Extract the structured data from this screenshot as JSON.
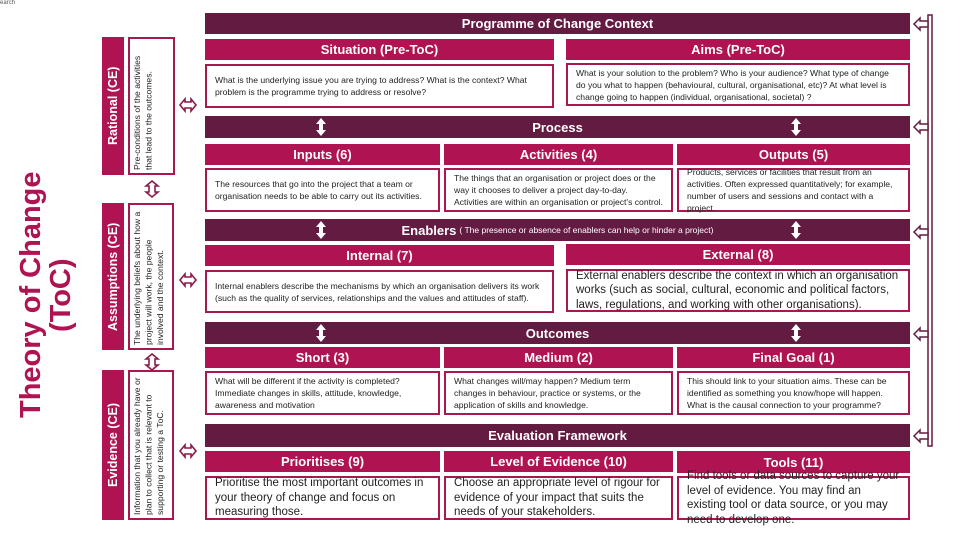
{
  "corner_text": "earch",
  "left": {
    "title_line1": "Theory of Change",
    "title_line2": "(ToC)",
    "rational": {
      "label": "Rational (CE)",
      "text": "Pre-conditions of the activities that lead to the outcomes."
    },
    "assumptions": {
      "label": "Assumptions (CE)",
      "text": "The underlying beliefs about how a project will work, the people involved and the context."
    },
    "evidence": {
      "label": "Evidence (CE)",
      "text": "Information that you already have or plan to collect that is relevant to supporting or testing a ToC."
    }
  },
  "context": {
    "title": "Programme of Change Context",
    "situation": {
      "label": "Situation (Pre-ToC)",
      "text": "What is the underlying issue you are trying to address? What is the context? What problem is the programme trying to address or resolve?"
    },
    "aims": {
      "label": "Aims (Pre-ToC)",
      "text": "What is your solution to the problem? Who is your audience? What type of change do you what to happen (behavioural, cultural, organisational, etc)? At what level is change going to happen (individual, organisational, societal) ?"
    }
  },
  "process": {
    "title": "Process",
    "inputs": {
      "label": "Inputs (6)",
      "text": "The resources that go into the project that a team or organisation needs to be able to carry out its activities."
    },
    "activities": {
      "label": "Activities (4)",
      "text": "The things that an organisation or project does or the way it chooses to deliver a project day-to-day. Activities are within an organisation or project's control."
    },
    "outputs": {
      "label": "Outputs (5)",
      "text": "Products, services or facilities that result from an activities. Often expressed quantitatively; for example, number of users and sessions and contact with a project."
    }
  },
  "enablers": {
    "title": "Enablers",
    "subtitle": "( The presence or absence of enablers can help or hinder a project)",
    "internal": {
      "label": "Internal (7)",
      "text": "Internal enablers describe the mechanisms by which an organisation delivers its work (such as the quality of services, relationships and the values and attitudes of staff)."
    },
    "external": {
      "label": "External (8)",
      "text": "External enablers describe the context in which an organisation works (such as social, cultural, economic and political factors, laws, regulations, and working with other organisations)."
    }
  },
  "outcomes": {
    "title": "Outcomes",
    "short": {
      "label": "Short (3)",
      "text": "What will be different if the activity is completed? Immediate changes in skills, attitude, knowledge, awareness and motivation"
    },
    "medium": {
      "label": "Medium (2)",
      "text": "What changes will/may happen? Medium term changes in behaviour, practice or systems, or the application of skills and knowledge."
    },
    "final": {
      "label": "Final Goal (1)",
      "text": "This should link to your situation aims. These can be identified as something you know/hope will happen. What is the causal connection to your programme?"
    }
  },
  "evaluation": {
    "title": "Evaluation Framework",
    "prioritises": {
      "label": "Prioritises (9)",
      "text": "Prioritise the most important outcomes in your theory of change and focus on measuring those."
    },
    "evidence_level": {
      "label": "Level of Evidence (10)",
      "text": "Choose an appropriate level of rigour for evidence of your impact that suits the needs of your stakeholders."
    },
    "tools": {
      "label": "Tools (11)",
      "text": "Find tools or data sources to capture your level of evidence. You may find an existing tool or data source, or you may need to develop one."
    }
  },
  "colors": {
    "band": "#641b42",
    "header": "#b01351",
    "border": "#a8184f"
  }
}
